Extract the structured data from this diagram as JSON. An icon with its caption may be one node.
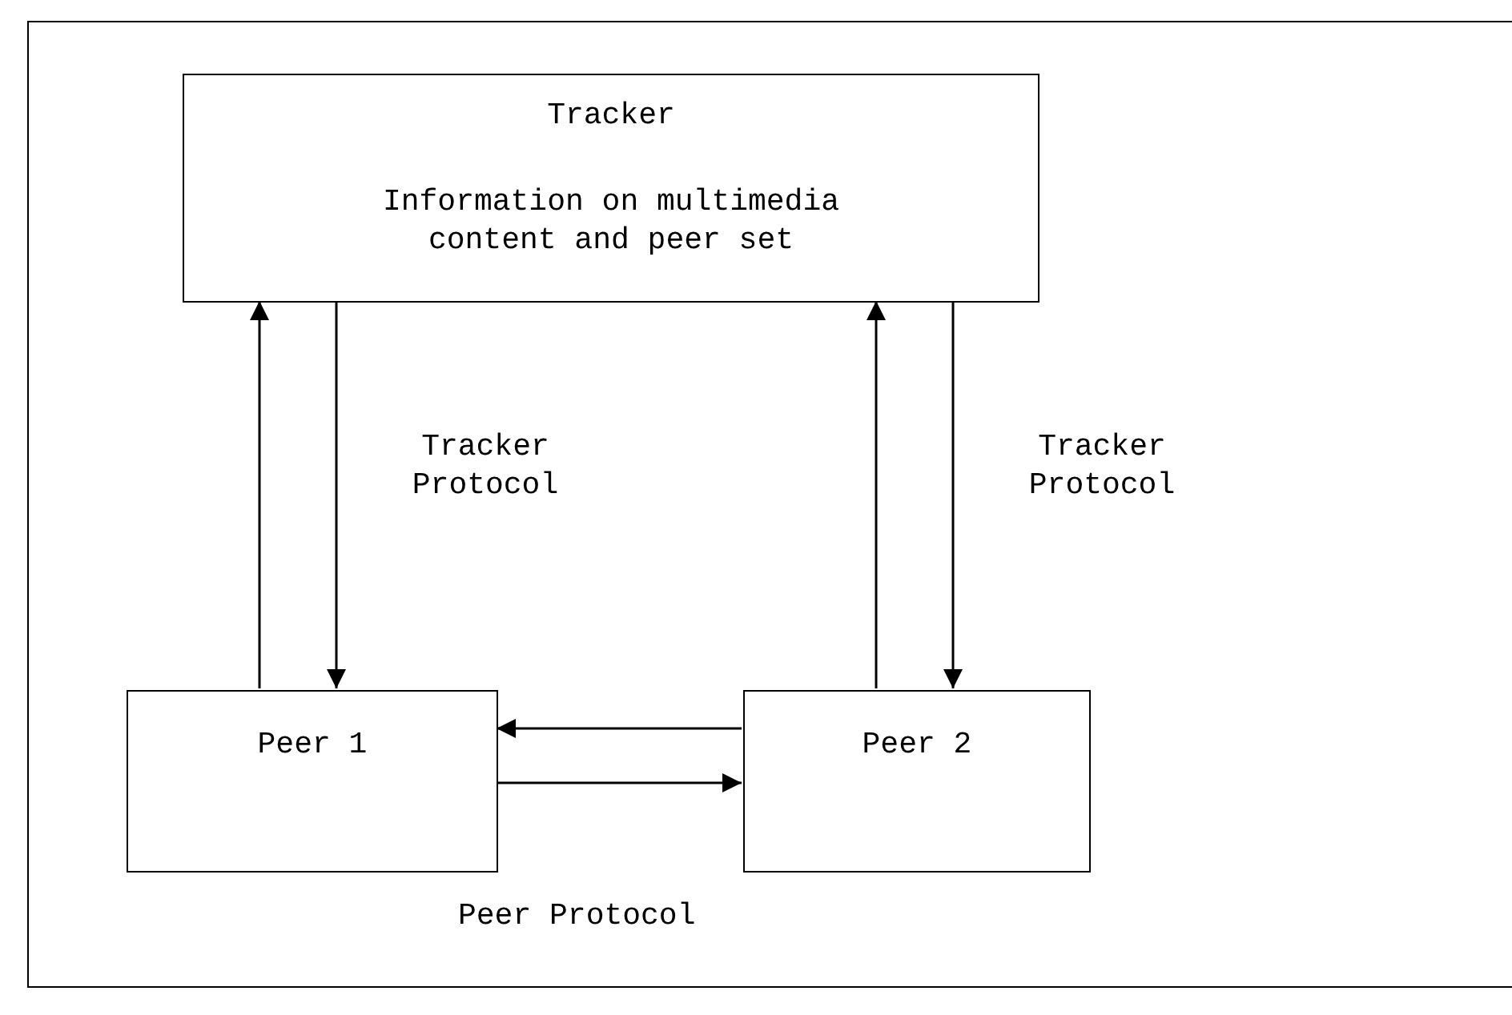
{
  "diagram": {
    "nodes": [
      {
        "text": [],
        "shape": "box"
      },
      {
        "text": [
          "Tracker",
          "Information on multimedia content and peer set"
        ],
        "in": 0
      },
      {
        "text": [
          "Peer 1"
        ],
        "in": 0
      },
      {
        "text": [
          "Peer 2"
        ],
        "in": 0
      }
    ],
    "edges": [
      {
        "from": 2,
        "to": 1,
        "arrow": "to"
      },
      {
        "from": 1,
        "to": 2,
        "arrow": "to",
        "label": "Tracker Protocol"
      },
      {
        "from": 3,
        "to": 1,
        "arrow": "to"
      },
      {
        "from": 1,
        "to": 3,
        "arrow": "to",
        "label": "Tracker Protocol"
      },
      {
        "from": 3,
        "to": 2,
        "arrow": "to"
      },
      {
        "from": 2,
        "to": 3,
        "arrow": "to"
      }
    ],
    "labels": [
      "Peer Protocol"
    ]
  }
}
